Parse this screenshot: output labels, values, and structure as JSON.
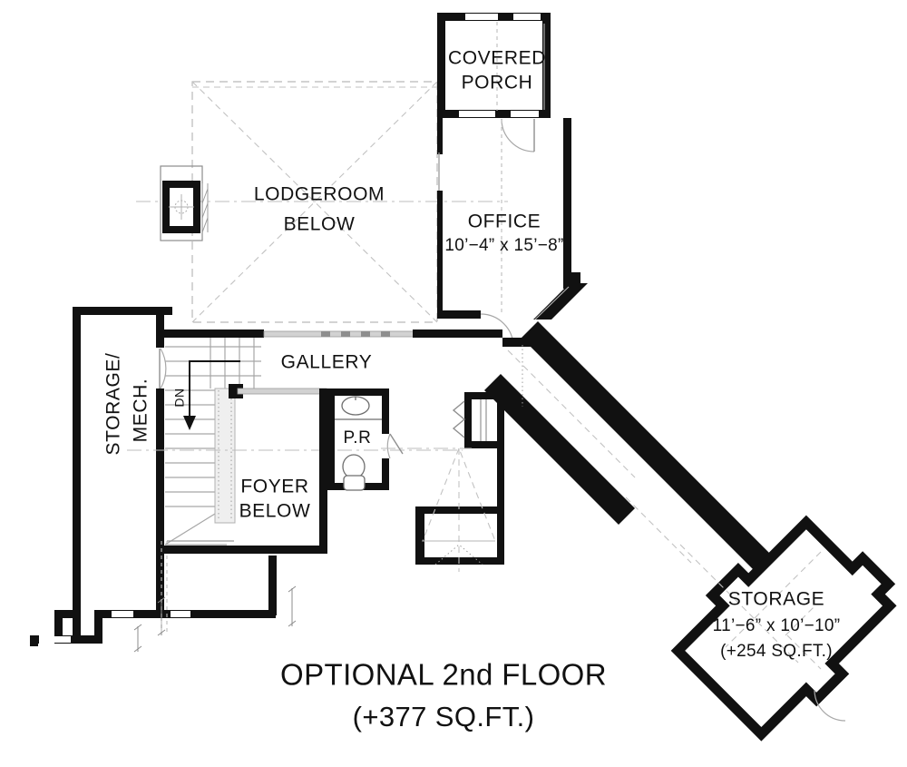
{
  "document": {
    "type": "architectural-floor-plan",
    "title_line1": "OPTIONAL 2nd FLOOR",
    "title_line2": "(+377 SQ.FT.)",
    "background_color": "#ffffff",
    "line_color": "#111111"
  },
  "rooms": [
    {
      "id": "covered-porch",
      "label_line1": "COVERED",
      "label_line2": "PORCH",
      "dimensions": ""
    },
    {
      "id": "office",
      "label_line1": "OFFICE",
      "label_line2": "",
      "dimensions": "10’−4”  x  15’−8”"
    },
    {
      "id": "lodge-room-below",
      "label_line1": "LODGEROOM",
      "label_line2": "BELOW",
      "dimensions": ""
    },
    {
      "id": "gallery",
      "label_line1": "GALLERY",
      "label_line2": "",
      "dimensions": ""
    },
    {
      "id": "storage-mech",
      "label_line1": "STORAGE/",
      "label_line2": "MECH.",
      "dimensions": ""
    },
    {
      "id": "powder-room",
      "label_line1": "P.R",
      "label_line2": "",
      "dimensions": ""
    },
    {
      "id": "foyer-below",
      "label_line1": "FOYER",
      "label_line2": "BELOW",
      "dimensions": ""
    },
    {
      "id": "storage",
      "label_line1": "STORAGE",
      "label_line2": "",
      "dimensions": "11’−6”  x  10’−10”",
      "area": "(+254  SQ.FT.)"
    }
  ],
  "labels": {
    "covered_porch_1": "COVERED",
    "covered_porch_2": "PORCH",
    "office": "OFFICE",
    "office_dim": "10’−4”  x  15’−8”",
    "lodgeroom_1": "LODGEROOM",
    "lodgeroom_2": "BELOW",
    "gallery": "GALLERY",
    "storage_mech_1": "STORAGE/",
    "storage_mech_2": "MECH.",
    "powder_room": "P.R",
    "foyer_1": "FOYER",
    "foyer_2": "BELOW",
    "storage": "STORAGE",
    "storage_dim": "11’−6”  x  10’−10”",
    "storage_area": "(+254  SQ.FT.)",
    "stair_direction": "DN"
  },
  "title": {
    "line1": "OPTIONAL 2nd FLOOR",
    "line2": "(+377 SQ.FT.)"
  }
}
